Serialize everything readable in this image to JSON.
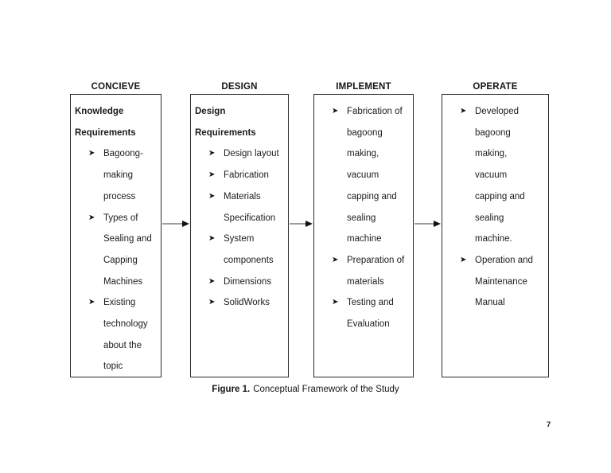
{
  "bullet": "➤",
  "columns": [
    {
      "header": "CONCIEVE",
      "title": [
        "Knowledge",
        "Requirements"
      ],
      "items": [
        [
          "Bagoong-",
          "making",
          "process"
        ],
        [
          "Types of",
          "Sealing and",
          "Capping",
          "Machines"
        ],
        [
          "Existing",
          "technology",
          "about the",
          "topic"
        ]
      ]
    },
    {
      "header": "DESIGN",
      "title": [
        "Design",
        "Requirements"
      ],
      "items": [
        [
          "Design layout"
        ],
        [
          "Fabrication"
        ],
        [
          "Materials",
          "Specification"
        ],
        [
          "System",
          "components"
        ],
        [
          "Dimensions"
        ],
        [
          "SolidWorks"
        ]
      ]
    },
    {
      "header": "IMPLEMENT",
      "title": [],
      "items": [
        [
          "Fabrication of",
          "bagoong",
          "making,",
          "vacuum",
          "capping and",
          "sealing",
          "machine"
        ],
        [
          "Preparation of",
          "materials"
        ],
        [
          "Testing and",
          "Evaluation"
        ]
      ]
    },
    {
      "header": "OPERATE",
      "title": [],
      "items": [
        [
          "Developed",
          "bagoong",
          "making,",
          "vacuum",
          "capping and",
          "sealing",
          "machine."
        ],
        [
          "Operation and",
          "Maintenance",
          "Manual"
        ]
      ]
    }
  ],
  "caption": {
    "label": "Figure 1.",
    "text": "Conceptual Framework of the Study"
  },
  "page": {
    "number": "7"
  },
  "colors": {
    "arrow_shaft": "#7d7d7d",
    "arrow_head": "#111111",
    "box_border": "#2c2c2c",
    "text": "#1c1c1c"
  }
}
